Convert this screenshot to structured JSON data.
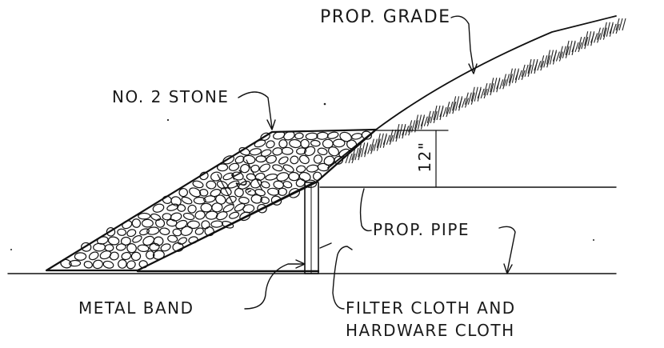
{
  "labels": {
    "prop_grade": "PROP. GRADE",
    "stone": "NO. 2 STONE",
    "prop_pipe": "PROP. PIPE",
    "metal_band": "METAL BAND",
    "filter_cloth_line1": "FILTER CLOTH AND",
    "filter_cloth_line2": "HARDWARE CLOTH",
    "dim_12": "12\"",
    "dim_12_slope": "12\""
  }
}
